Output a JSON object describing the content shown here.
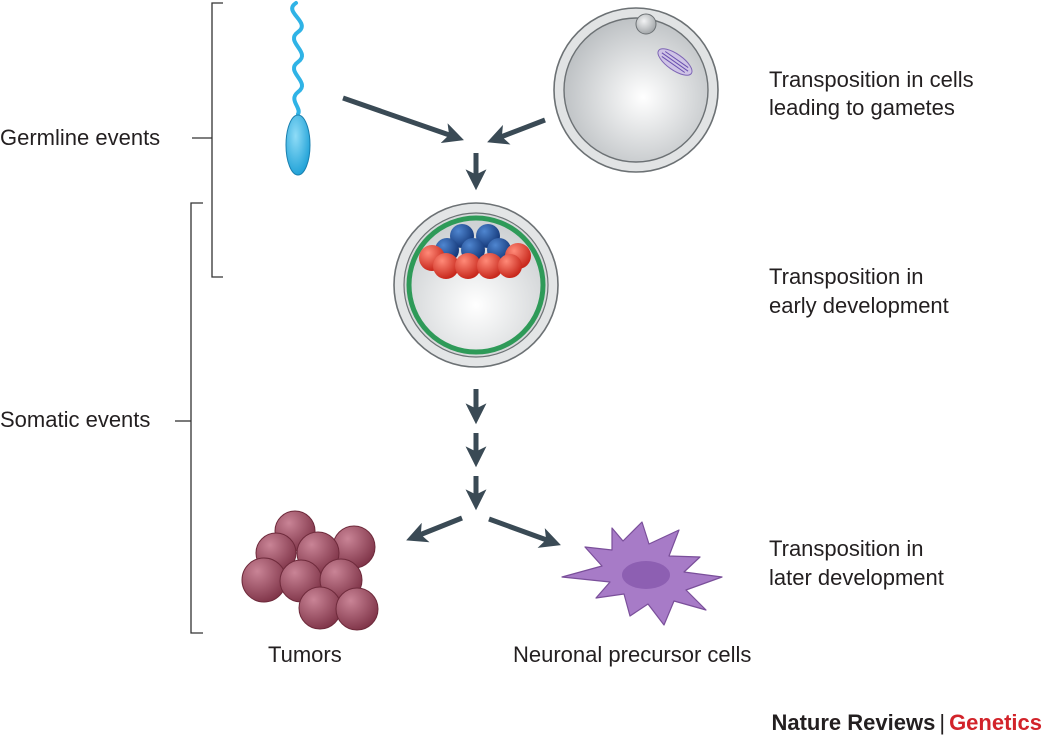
{
  "brackets": {
    "germline": "Germline events",
    "somatic": "Somatic events"
  },
  "stages": {
    "gametes": [
      "Transposition in cells",
      "leading to gametes"
    ],
    "early": [
      "Transposition in",
      "early development"
    ],
    "later": [
      "Transposition in",
      "later development"
    ]
  },
  "captions": {
    "tumors": "Tumors",
    "neuronal": "Neuronal precursor cells"
  },
  "brand": {
    "journal": "Nature Reviews",
    "separator": "|",
    "section": "Genetics"
  },
  "colors": {
    "arrow": "#3a4a55",
    "sperm": "#2fb3e6",
    "egg": "#c9ccce",
    "blastocyst_ring": "#2e9a58",
    "inner_cells_red": "#e03a2a",
    "inner_cells_blue": "#1f4e96",
    "tumor": "#9c4a5f",
    "neuron": "#a77bc7",
    "brand_red": "#d2232a"
  }
}
